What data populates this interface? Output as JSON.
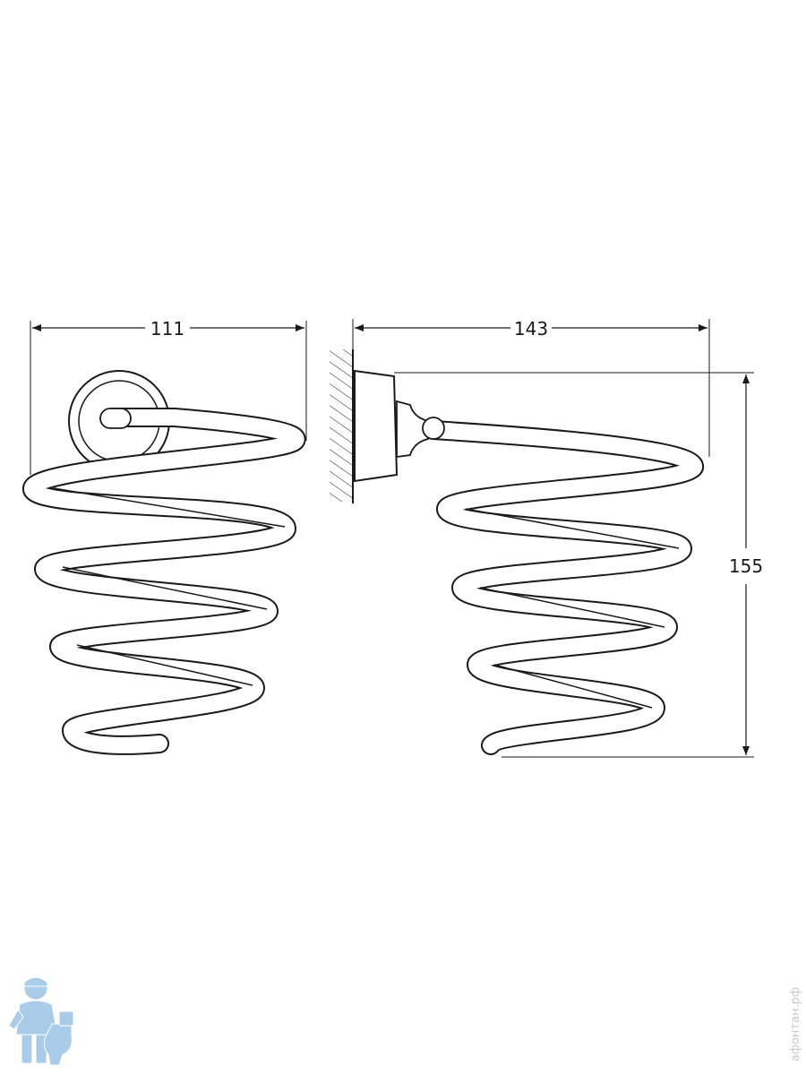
{
  "diagram": {
    "dimensions": {
      "front_width": "111",
      "side_depth": "143",
      "height": "155"
    },
    "colors": {
      "line": "#1a1a1a",
      "mascot": "#a9cde8",
      "watermark": "#c9c9c9"
    },
    "logo": {
      "icon": "plumber-mascot-icon"
    },
    "watermark_text": "афонтан.рф"
  }
}
